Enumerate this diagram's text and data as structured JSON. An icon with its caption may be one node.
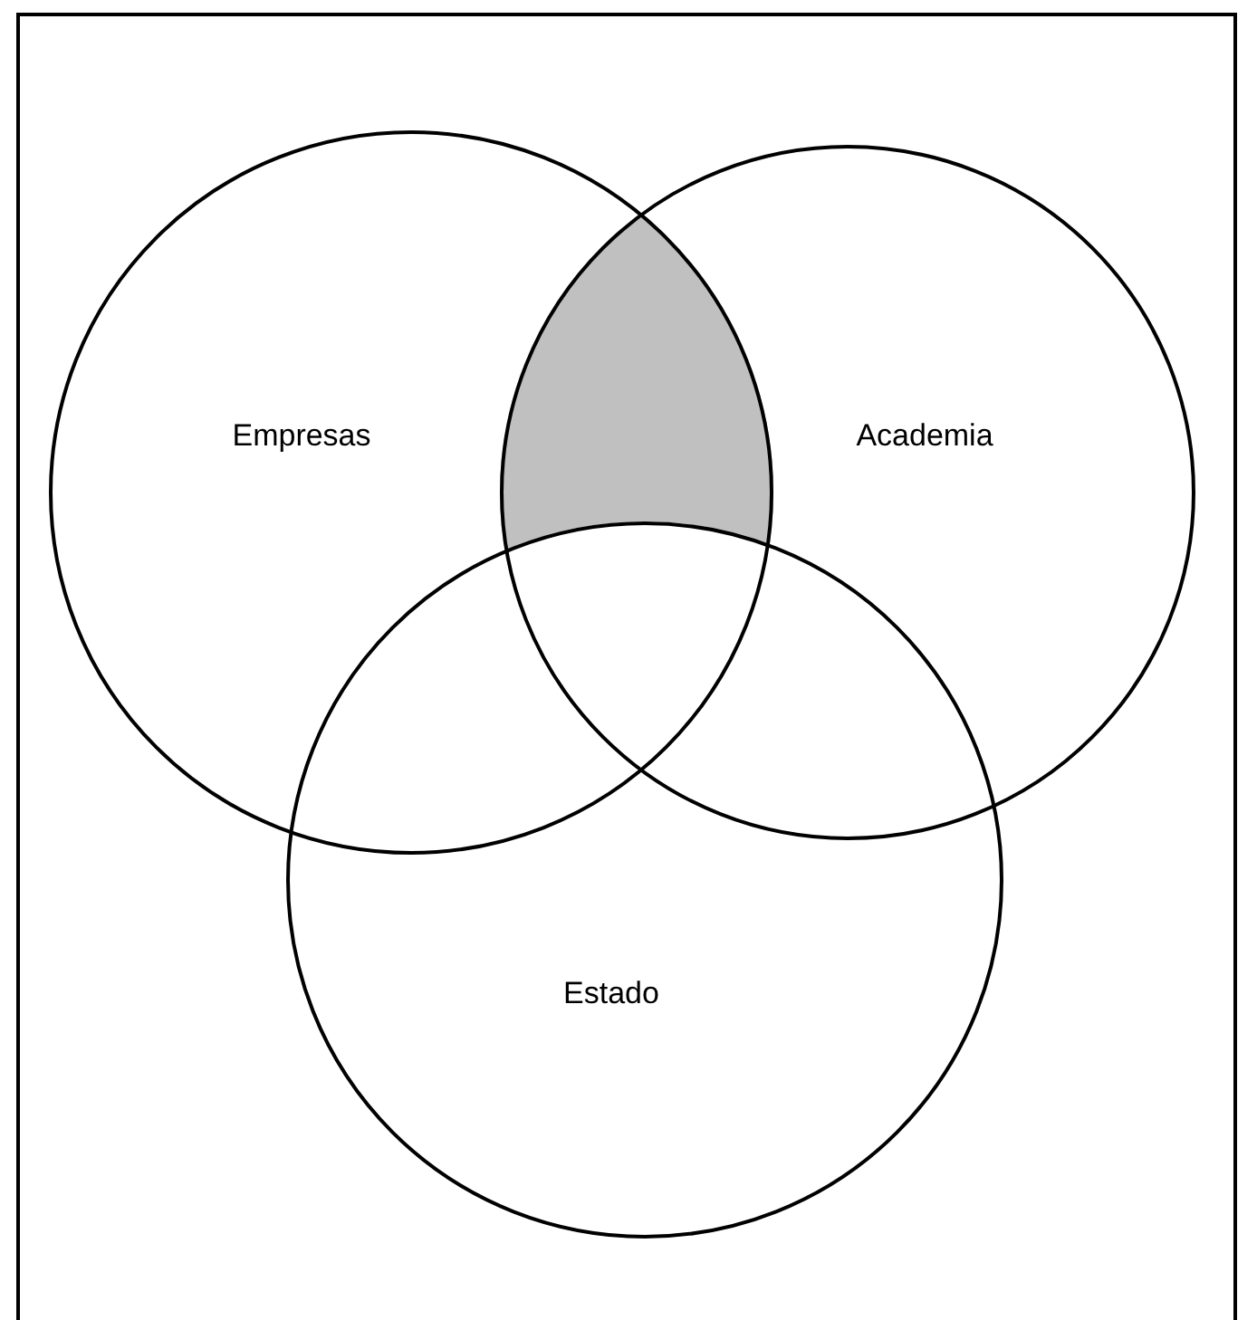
{
  "diagram": {
    "nodes": [
      {
        "text": [
          "Empresas"
        ]
      },
      {
        "text": [
          "Academia"
        ]
      },
      {
        "text": [
          "Estado"
        ]
      },
      {
        "text": [],
        "shape": "lens"
      }
    ]
  }
}
